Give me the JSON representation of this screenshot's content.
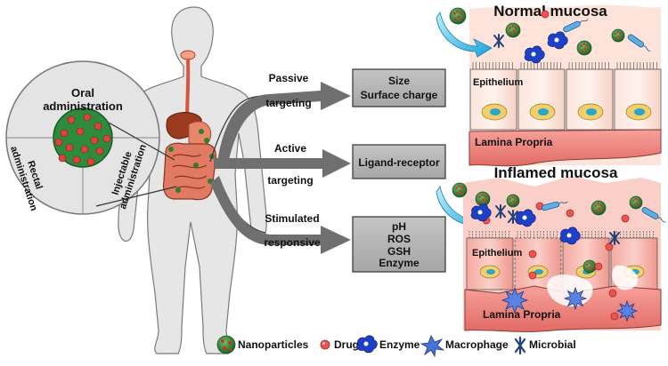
{
  "routes": {
    "oral": [
      "Oral",
      "administration"
    ],
    "rectal": [
      "Rectal",
      "administration"
    ],
    "injectable": [
      "Injectable",
      "administration"
    ]
  },
  "strategies": [
    {
      "arrow_label": [
        "Passive",
        "targeting"
      ],
      "box_lines": [
        "Size",
        "Surface charge"
      ]
    },
    {
      "arrow_label": [
        "Active",
        "targeting"
      ],
      "box_lines": [
        "Ligand-receptor"
      ]
    },
    {
      "arrow_label": [
        "Stimulated",
        "responsive"
      ],
      "box_lines": [
        "pH",
        "ROS",
        "GSH",
        "Enzyme"
      ]
    }
  ],
  "panels": {
    "normal": {
      "title": "Normal mucosa",
      "epithelium": "Epithelium",
      "lamina": "Lamina Propria"
    },
    "inflamed": {
      "title": "Inflamed mucosa",
      "epithelium": "Epithelium",
      "lamina": "Lamina Propria"
    }
  },
  "legend": [
    {
      "icon": "nanoparticle-icon",
      "label": "Nanoparticles"
    },
    {
      "icon": "drug-icon",
      "label": "Drugs"
    },
    {
      "icon": "enzyme-icon",
      "label": "Enzyme"
    },
    {
      "icon": "macrophage-icon",
      "label": "Macrophage"
    },
    {
      "icon": "microbial-icon",
      "label": "Microbial"
    }
  ],
  "colors": {
    "body_fill": "#e6e6e6",
    "box_fill": "#b3b3b3",
    "arrow": "#666666",
    "nanoparticle": "#2e7d32",
    "drug": "#e53935",
    "enzyme": "#1e40c8",
    "mucosa_normal": "#fde3da",
    "mucosa_inflamed": "#f7b7ae",
    "lamina": "#f28b82"
  }
}
